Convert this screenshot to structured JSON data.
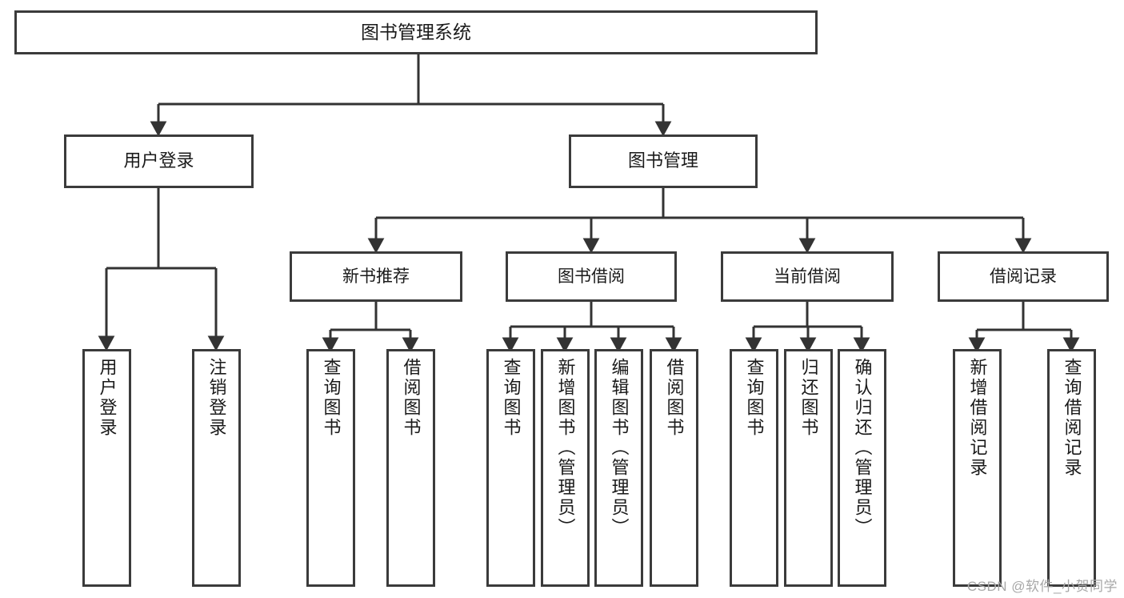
{
  "diagram": {
    "title": "图书管理系统",
    "type": "hierarchy-tree",
    "root": {
      "label": "图书管理系统"
    },
    "level2": [
      {
        "label": "用户登录"
      },
      {
        "label": "图书管理"
      }
    ],
    "level3": [
      {
        "label": "新书推荐"
      },
      {
        "label": "图书借阅"
      },
      {
        "label": "当前借阅"
      },
      {
        "label": "借阅记录"
      }
    ],
    "leaves": {
      "user_login": [
        {
          "label": "用户登录"
        },
        {
          "label": "注销登录"
        }
      ],
      "new_book_recommend": [
        {
          "label": "查询图书"
        },
        {
          "label": "借阅图书"
        }
      ],
      "book_borrow": [
        {
          "label": "查询图书"
        },
        {
          "label": "新增图书（管理员）"
        },
        {
          "label": "编辑图书（管理员）"
        },
        {
          "label": "借阅图书"
        }
      ],
      "current_borrow": [
        {
          "label": "查询图书"
        },
        {
          "label": "归还图书"
        },
        {
          "label": "确认归还（管理员）"
        }
      ],
      "borrow_record": [
        {
          "label": "新增借阅记录"
        },
        {
          "label": "查询借阅记录"
        }
      ]
    }
  },
  "watermark": {
    "text": "CSDN @软件_小贺同学"
  },
  "colors": {
    "box_border": "#3b3b3b",
    "box_fill": "#ffffff",
    "connector": "#333333",
    "text": "#1a1a1a",
    "watermark": "#a8a8a8"
  }
}
